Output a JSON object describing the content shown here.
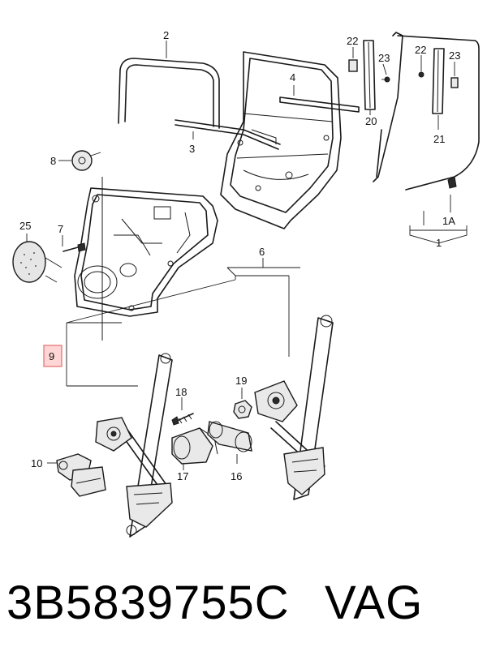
{
  "callouts": {
    "c2": "2",
    "c3": "3",
    "c4": "4",
    "c6": "6",
    "c7": "7",
    "c8": "8",
    "c9": "9",
    "c10": "10",
    "c16": "16",
    "c17": "17",
    "c18": "18",
    "c19": "19",
    "c20": "20",
    "c21": "21",
    "c22a": "22",
    "c22b": "22",
    "c23a": "23",
    "c23b": "23",
    "c25": "25",
    "c1": "1",
    "c1A": "1A"
  },
  "highlight_color": "#e46c6c",
  "footer": {
    "part_number": "3B5839755C",
    "brand": "VAG"
  }
}
